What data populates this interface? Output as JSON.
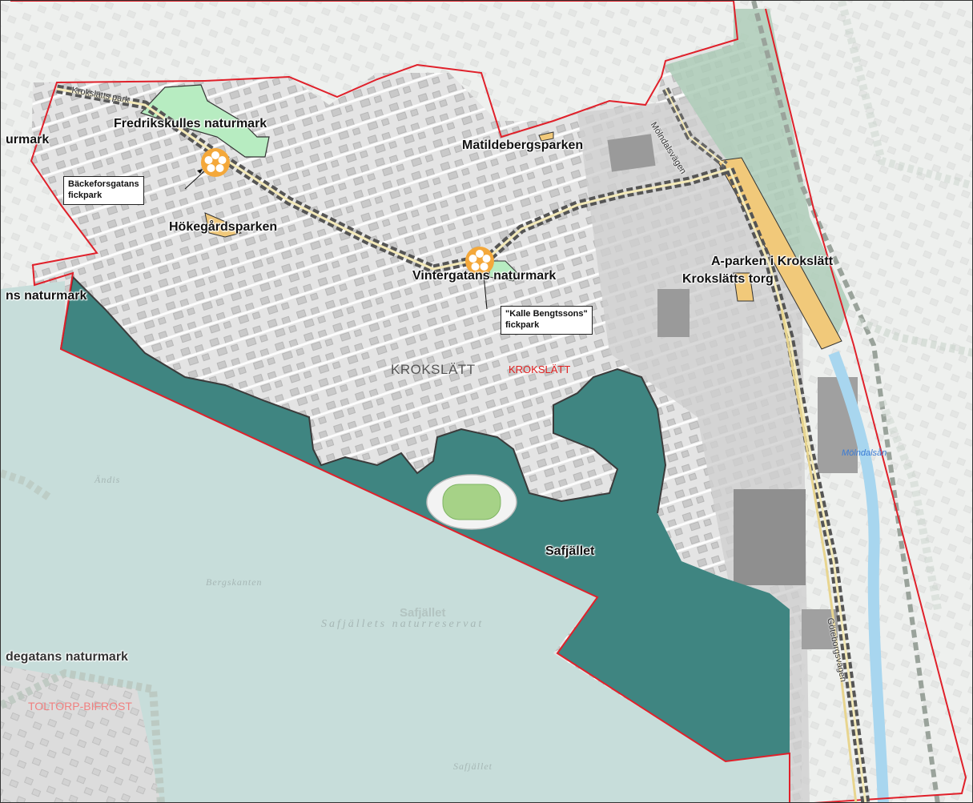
{
  "labels": {
    "fredrikskulle": "Fredrikskulles naturmark",
    "urmark_left": "urmark",
    "matildeberg": "Matildebergsparken",
    "hokegard": "Hökegårdsparken",
    "vintergatan": "Vintergatans naturmark",
    "aparken": "A-parken i Krokslätt",
    "kroksl_torg": "Krokslätts torg",
    "naturmark_left": "ns naturmark",
    "safjallet_bold": "Safjället",
    "degatans": "degatans naturmark"
  },
  "callouts": {
    "backeforsgatan": {
      "line1": "Bäckeforsgatans",
      "line2": "fickpark"
    },
    "kalle": {
      "line1": "\"Kalle Bengtssons\"",
      "line2": "fickpark"
    }
  },
  "districts": {
    "krokslatt_grey": "KROKSLÄTT",
    "krokslatt_red": "KROKSLÄTT",
    "toltorp": "TOLTORP-BIFROST"
  },
  "basemap": {
    "safjallet_faded": "Safjället",
    "reservat": "Safjällets naturreservat",
    "bergskanten": "Bergskanten",
    "andis": "Ändis",
    "safjallet_small": "Safjället",
    "molndalsan": "Mölndalsån",
    "goteborgsvagen": "Göteborgsvägen",
    "mongatan": "Mölndalsvägen",
    "krokslatts_park": "Krokslätts park"
  },
  "colors": {
    "reserve": "#3f8581",
    "lake": "#c7ddda",
    "park_green": "#b7ecc1",
    "park_orange": "#f1c97a",
    "boundary": "#e0202a",
    "corridor_dark": "#555555",
    "corridor_light": "#f3e9b8",
    "poi": "#f4a83a"
  }
}
